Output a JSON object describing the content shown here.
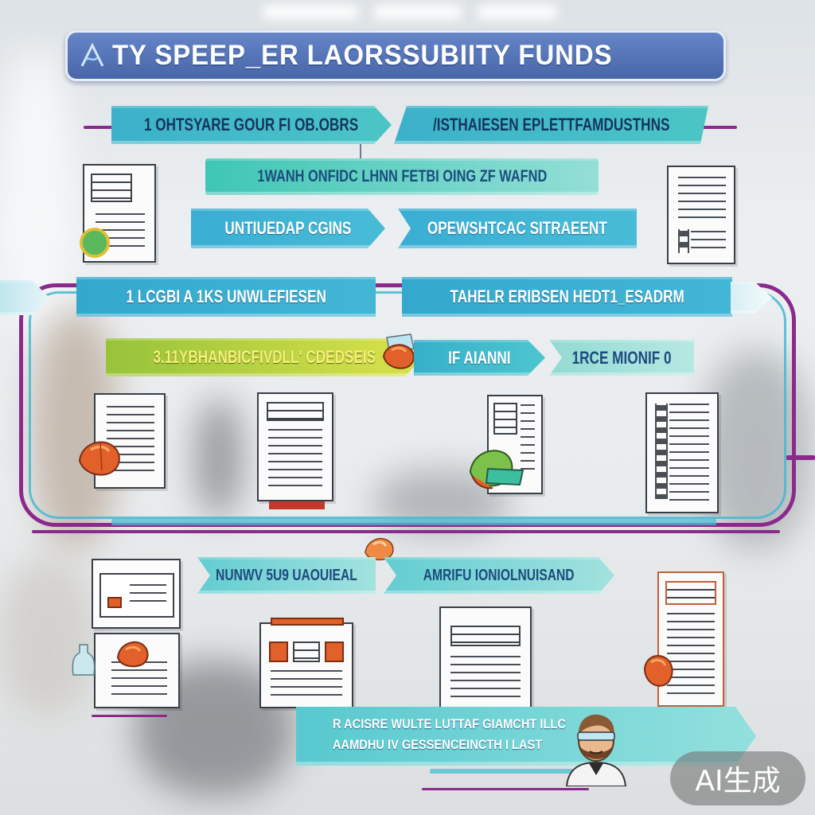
{
  "title": {
    "text": "TY SPEEP_ER LAORSSUBIITY FUNDS",
    "icon": "title-logo-icon"
  },
  "flow": {
    "row1": {
      "left": "1 OHTSYARE GOUR FI OB.OBRS",
      "right": "/ISTHAIESEN EPLETTFAMDUSTHNS"
    },
    "row2": {
      "center": "1WANH ONFIDC LHNN FETBI OING ZF WAFND"
    },
    "row3": {
      "left": "UNTIUEDAP CGINS",
      "right": "OPEWSHTCAC SITRAEENT"
    },
    "row4": {
      "left": "1 LCGBI A 1KS UNWLEFIESEN",
      "right": "TAHELR ERIBSEN HEDT1_ESADRM"
    },
    "row5": {
      "left": "3.11YBHANBICFIVDLL' CDEDSEIS",
      "middle": "IF AIANNI",
      "right": "1RCE MIONIF 0"
    },
    "row6": {
      "left": "NUNWV 5U9 UAOUIEAL",
      "right": "AMRIFU IONIOLNUISAND"
    }
  },
  "footer_banner": {
    "line1": "R ACISRE WULTE LUTTAF GIAMCHT ILLC",
    "line2": "AAMDHU IV GESSENCEINCTH I LAST"
  },
  "badge": {
    "text": "AI生成"
  },
  "icons": [
    "title-logo-icon",
    "document-icon",
    "green-seal-icon",
    "orange-hand-icon",
    "green-leaf-icon",
    "person-avatar"
  ],
  "colors": {
    "title_bg": "#4866a8",
    "banner_teal": "#3cb1c9",
    "banner_green_yellow": "#d9e24b",
    "connector_purple": "#8b2a8c",
    "accent_orange": "#e2602a"
  }
}
